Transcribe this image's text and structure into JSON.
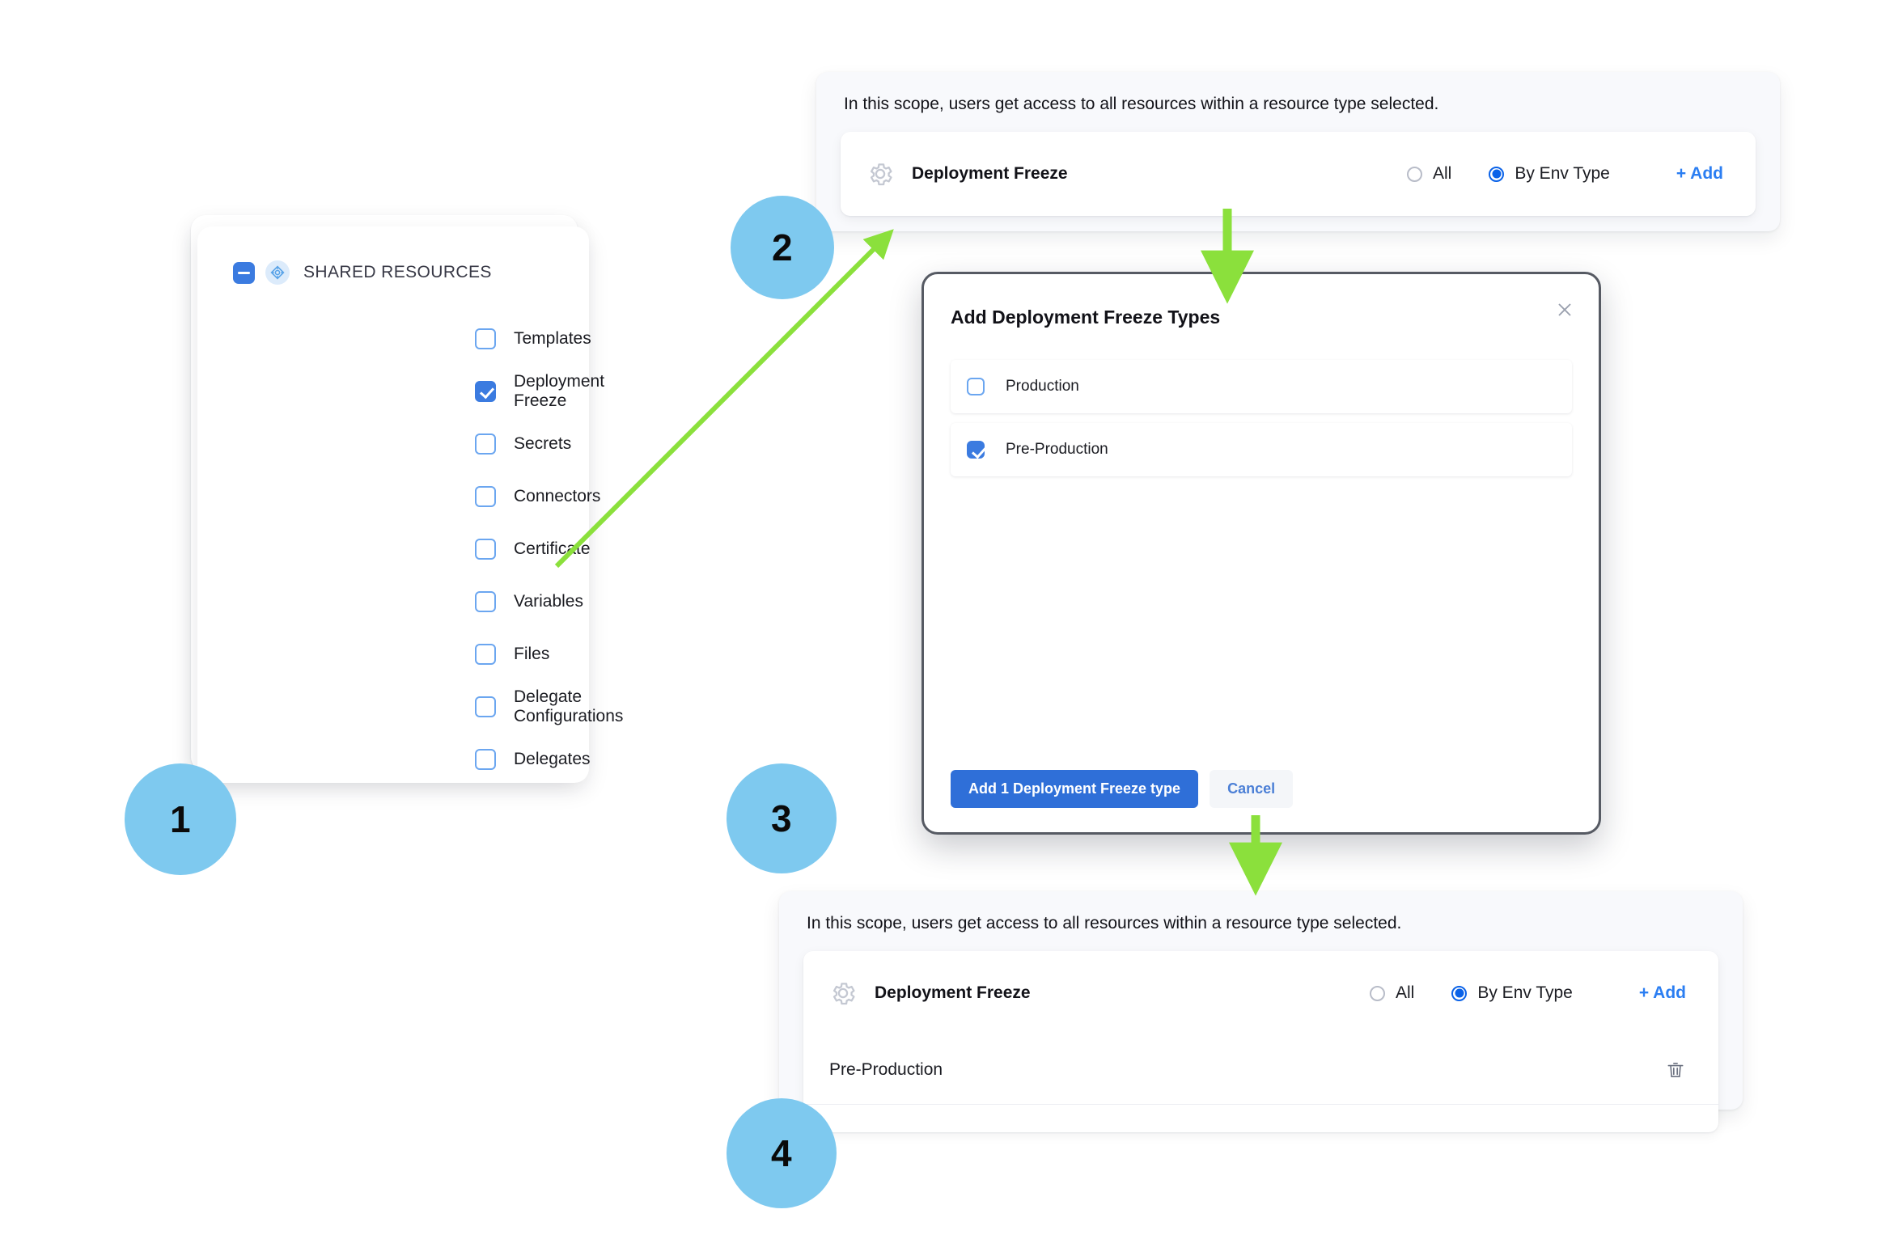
{
  "steps": [
    {
      "n": "1"
    },
    {
      "n": "2"
    },
    {
      "n": "3"
    },
    {
      "n": "4"
    }
  ],
  "shared_resources": {
    "title": "SHARED RESOURCES",
    "group_icon": "resource-cluster-icon",
    "group_checkbox_state": "indeterminate",
    "items": [
      {
        "label": "Templates",
        "checked": false
      },
      {
        "label": "Deployment Freeze",
        "checked": true
      },
      {
        "label": "Secrets",
        "checked": false
      },
      {
        "label": "Connectors",
        "checked": false
      },
      {
        "label": "Certificate",
        "checked": false
      },
      {
        "label": "Variables",
        "checked": false
      },
      {
        "label": "Files",
        "checked": false
      },
      {
        "label": "Delegate Configurations",
        "checked": false
      },
      {
        "label": "Delegates",
        "checked": false
      }
    ]
  },
  "scope_top": {
    "note": "In this scope, users get access to all resources within a resource type selected.",
    "resource_name": "Deployment Freeze",
    "resource_icon": "gear-icon",
    "radio_all_label": "All",
    "radio_env_label": "By Env Type",
    "radio_selected": "By Env Type",
    "add_label": "+ Add"
  },
  "modal": {
    "title": "Add Deployment Freeze Types",
    "close_icon": "close-icon",
    "options": [
      {
        "label": "Production",
        "checked": false
      },
      {
        "label": "Pre-Production",
        "checked": true
      }
    ],
    "primary_button": "Add 1 Deployment Freeze type",
    "secondary_button": "Cancel"
  },
  "scope_bottom": {
    "note": "In this scope, users get access to all resources within a resource type selected.",
    "resource_name": "Deployment Freeze",
    "resource_icon": "gear-icon",
    "radio_all_label": "All",
    "radio_env_label": "By Env Type",
    "radio_selected": "By Env Type",
    "add_label": "+ Add",
    "selected_items": [
      {
        "label": "Pre-Production",
        "delete_icon": "trash-icon"
      }
    ]
  },
  "colors": {
    "badge": "#7EC9EF",
    "arrow": "#8BE03C",
    "accent_blue": "#2B7EF2",
    "checkbox_blue": "#3B7BE0",
    "panel_bg": "#F8F9FC",
    "modal_border": "#565A63"
  }
}
